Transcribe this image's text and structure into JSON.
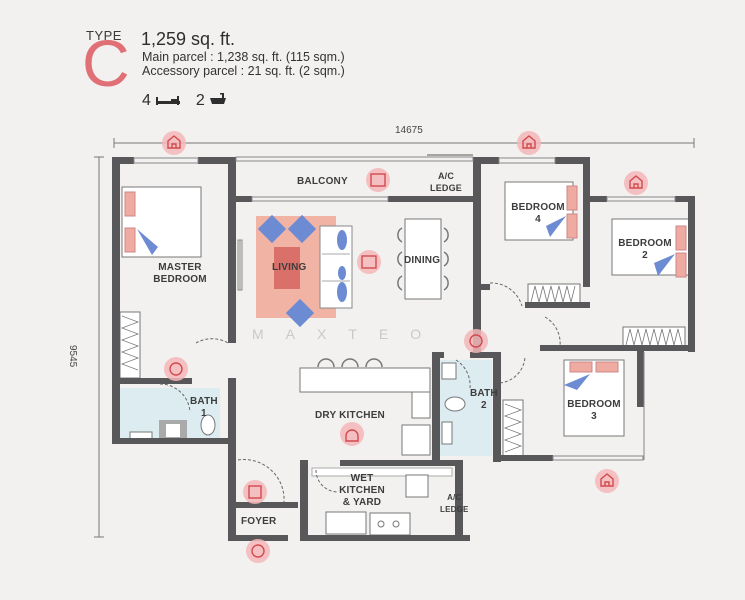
{
  "header": {
    "type_label": "TYPE",
    "type_letter": "C",
    "total_area": "1,259 sq. ft.",
    "main_parcel": "Main parcel : 1,238 sq. ft. (115 sqm.)",
    "accessory_parcel": "Accessory parcel : 21 sq. ft. (2 sqm.)",
    "bedrooms_count": "4",
    "bathrooms_count": "2",
    "bed_icon": "bed-icon",
    "bath_icon": "bathtub-icon"
  },
  "dimensions": {
    "width": "14675",
    "height": "9545"
  },
  "rooms": {
    "balcony": "BALCONY",
    "ac_ledge_top": "A/C\nLEDGE",
    "bedroom4": "BEDROOM\n4",
    "bedroom2": "BEDROOM\n2",
    "living": "LIVING",
    "dining": "DINING",
    "master_bedroom": "MASTER\nBEDROOM",
    "bath1": "BATH\n1",
    "bath2": "BATH\n2",
    "bedroom3": "BEDROOM\n3",
    "dry_kitchen": "DRY KITCHEN",
    "wet_kitchen": "WET\nKITCHEN\n& YARD",
    "ac_ledge_bottom": "A/C\nLEDGE",
    "foyer": "FOYER"
  },
  "watermark": "MAXTEO",
  "colors": {
    "accent": "#e07076",
    "wall": "#58585a",
    "rug": "#f0b3a4",
    "cushion": "#6d8bd3",
    "bath_tile": "#dcecf1",
    "icon_circle": "#f4b7b8",
    "background": "#f2f1ef"
  },
  "icons": [
    "house-icon",
    "balcony-icon",
    "tv-cabinet-icon",
    "washer-icon",
    "chef-icon",
    "shoe-cabinet-icon"
  ]
}
